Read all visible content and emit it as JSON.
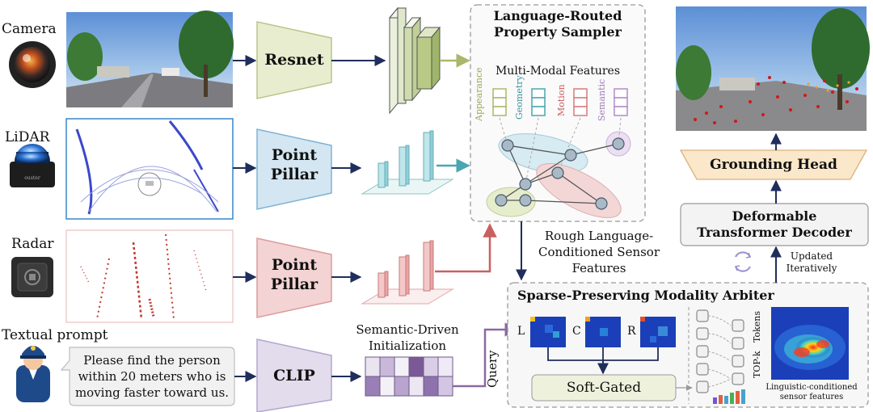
{
  "sensors": {
    "camera": "Camera",
    "lidar": "LiDAR",
    "radar": "Radar",
    "text": "Textual prompt"
  },
  "prompt_text": [
    "Please find the person",
    "within 20 meters who is",
    "moving faster toward us."
  ],
  "encoders": {
    "resnet": "Resnet",
    "lidar_encoder": [
      "Point",
      "Pillar"
    ],
    "radar_encoder": [
      "Point",
      "Pillar"
    ],
    "clip": "CLIP"
  },
  "sampler": {
    "title": [
      "Language-Routed",
      "Property Sampler"
    ],
    "subtitle": "Multi-Modal Features",
    "features": [
      "Appearance",
      "Geometry",
      "Motion",
      "Semantic"
    ]
  },
  "rough_features": [
    "Rough Language-",
    "Conditioned Sensor",
    "Features"
  ],
  "semantic_init": [
    "Semantic-Driven",
    "Initialization"
  ],
  "query": "Query",
  "arbiter": {
    "title": "Sparse-Preserving Modality Arbiter",
    "maps": [
      "L",
      "C",
      "R"
    ],
    "gate": "Soft-Gated",
    "topk": "TOP-k",
    "tokens": "Tokens",
    "output_caption": [
      "Linguistic-conditioned",
      "sensor features"
    ]
  },
  "decoder": [
    "Deformable",
    "Transformer Decoder"
  ],
  "updated": [
    "Updated",
    "Iteratively"
  ],
  "head": "Grounding Head",
  "colors": {
    "navy": "#1f2e5c",
    "resnet_fill": "#e8edd0",
    "lidar_fill": "#d4e6f1",
    "radar_fill": "#f3d3d3",
    "clip_fill": "#e2dcec",
    "head_fill": "#fbe7c9",
    "arbiter_fill": "#f7f7f7"
  }
}
